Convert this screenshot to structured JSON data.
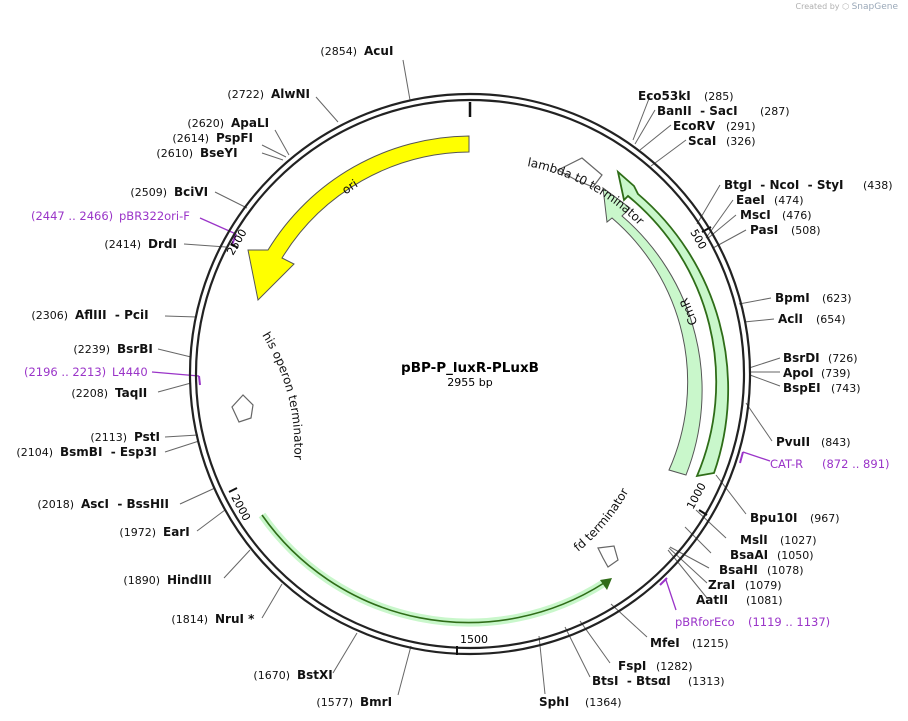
{
  "credit": {
    "prefix": "Created by",
    "brand": "SnapGene"
  },
  "plasmid": {
    "name": "pBP-P_luxR-PLuxB",
    "length_label": "2955 bp"
  },
  "ticks": [
    {
      "bp": 500,
      "label": "500"
    },
    {
      "bp": 1000,
      "label": "1000"
    },
    {
      "bp": 1500,
      "label": "1500"
    },
    {
      "bp": 2000,
      "label": "2000"
    },
    {
      "bp": 2500,
      "label": "2500"
    }
  ],
  "features": [
    {
      "name": "ori",
      "type": "arrow",
      "color": "#ffff00",
      "label": "ori"
    },
    {
      "name": "CmR",
      "type": "arrow",
      "color": "#c9f7cb",
      "label": "CmR"
    },
    {
      "name": "fd-terminator",
      "type": "thin-arrow",
      "color": "#c9f7cb",
      "label": "fd terminator"
    },
    {
      "name": "lambda-t0",
      "type": "terminator",
      "label": "lambda t0 terminator"
    },
    {
      "name": "his-operon",
      "type": "terminator",
      "label": "his operon terminator"
    }
  ],
  "sites": [
    {
      "name": "AcuI",
      "pos": "(2854)"
    },
    {
      "name": "AlwNI",
      "pos": "(2722)"
    },
    {
      "name": "ApaLI",
      "pos": "(2620)"
    },
    {
      "name": "PspFI",
      "pos": "(2614)"
    },
    {
      "name": "BseYI",
      "pos": "(2610)"
    },
    {
      "name": "BciVI",
      "pos": "(2509)"
    },
    {
      "name": "DrdI",
      "pos": "(2414)"
    },
    {
      "name": "AflIII  - PciI",
      "pos": "(2306)"
    },
    {
      "name": "BsrBI",
      "pos": "(2239)"
    },
    {
      "name": "TaqII",
      "pos": "(2208)"
    },
    {
      "name": "PstI",
      "pos": "(2113)"
    },
    {
      "name": "BsmBI  - Esp3I",
      "pos": "(2104)"
    },
    {
      "name": "AscI  - BssHII",
      "pos": "(2018)"
    },
    {
      "name": "EarI",
      "pos": "(1972)"
    },
    {
      "name": "HindIII",
      "pos": "(1890)"
    },
    {
      "name": "NruI *",
      "pos": "(1814)"
    },
    {
      "name": "BstXI",
      "pos": "(1670)"
    },
    {
      "name": "BmrI",
      "pos": "(1577)"
    },
    {
      "name": "SphI",
      "pos": "(1364)"
    },
    {
      "name": "BtsI  - BtsαI",
      "pos": "(1313)"
    },
    {
      "name": "FspI",
      "pos": "(1282)"
    },
    {
      "name": "MfeI",
      "pos": "(1215)"
    },
    {
      "name": "AatII",
      "pos": "(1081)"
    },
    {
      "name": "ZraI",
      "pos": "(1079)"
    },
    {
      "name": "BsaHI",
      "pos": "(1078)"
    },
    {
      "name": "BsaAI",
      "pos": "(1050)"
    },
    {
      "name": "MslI",
      "pos": "(1027)"
    },
    {
      "name": "Bpu10I",
      "pos": "(967)"
    },
    {
      "name": "PvuII",
      "pos": "(843)"
    },
    {
      "name": "BspEI",
      "pos": "(743)"
    },
    {
      "name": "ApoI",
      "pos": "(739)"
    },
    {
      "name": "BsrDI",
      "pos": "(726)"
    },
    {
      "name": "AclI",
      "pos": "(654)"
    },
    {
      "name": "BpmI",
      "pos": "(623)"
    },
    {
      "name": "PasI",
      "pos": "(508)"
    },
    {
      "name": "MscI",
      "pos": "(476)"
    },
    {
      "name": "EaeI",
      "pos": "(474)"
    },
    {
      "name": "BtgI  - NcoI  - StyI",
      "pos": "(438)"
    },
    {
      "name": "ScaI",
      "pos": "(326)"
    },
    {
      "name": "EcoRV",
      "pos": "(291)"
    },
    {
      "name": "BanII  - SacI",
      "pos": "(287)"
    },
    {
      "name": "Eco53kI",
      "pos": "(285)"
    }
  ],
  "primers": [
    {
      "name": "pBR322ori-F",
      "range": "(2447 .. 2466)"
    },
    {
      "name": "L4440",
      "range": "(2196 .. 2213)"
    },
    {
      "name": "CAT-R",
      "range": "(872 .. 891)"
    },
    {
      "name": "pBRforEco",
      "range": "(1119 .. 1137)"
    }
  ],
  "colors": {
    "primer": "#9a34c8",
    "ori": "#ffff00",
    "marker": "#c9f7cb",
    "backbone": "#222222"
  }
}
